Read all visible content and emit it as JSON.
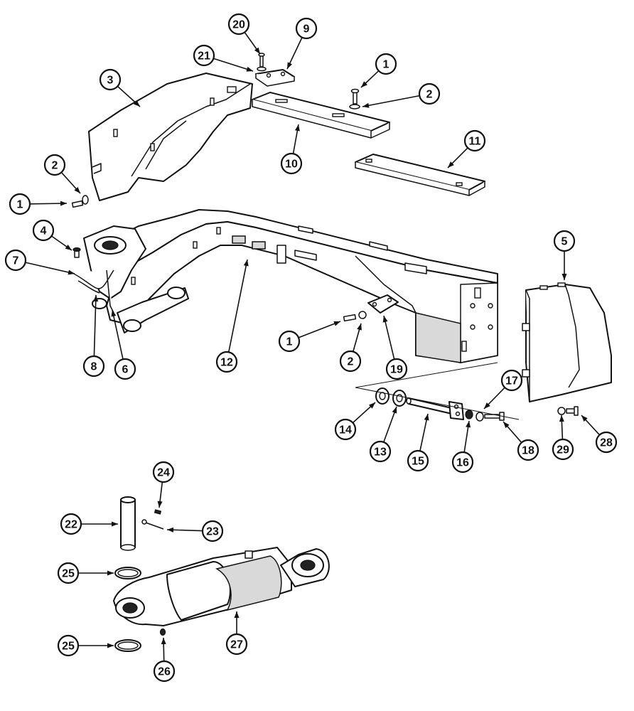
{
  "callouts": [
    {
      "id": "c20",
      "label": "20"
    },
    {
      "id": "c9",
      "label": "9"
    },
    {
      "id": "c21",
      "label": "21"
    },
    {
      "id": "c1a",
      "label": "1"
    },
    {
      "id": "c3",
      "label": "3"
    },
    {
      "id": "c2a",
      "label": "2"
    },
    {
      "id": "c11",
      "label": "11"
    },
    {
      "id": "c10",
      "label": "10"
    },
    {
      "id": "c2b",
      "label": "2"
    },
    {
      "id": "c1b",
      "label": "1"
    },
    {
      "id": "c4",
      "label": "4"
    },
    {
      "id": "c5",
      "label": "5"
    },
    {
      "id": "c7",
      "label": "7"
    },
    {
      "id": "c1c",
      "label": "1"
    },
    {
      "id": "c8",
      "label": "8"
    },
    {
      "id": "c6",
      "label": "6"
    },
    {
      "id": "c12",
      "label": "12"
    },
    {
      "id": "c2c",
      "label": "2"
    },
    {
      "id": "c19",
      "label": "19"
    },
    {
      "id": "c17",
      "label": "17"
    },
    {
      "id": "c14",
      "label": "14"
    },
    {
      "id": "c13",
      "label": "13"
    },
    {
      "id": "c15",
      "label": "15"
    },
    {
      "id": "c16",
      "label": "16"
    },
    {
      "id": "c18",
      "label": "18"
    },
    {
      "id": "c29",
      "label": "29"
    },
    {
      "id": "c28",
      "label": "28"
    },
    {
      "id": "c24",
      "label": "24"
    },
    {
      "id": "c22",
      "label": "22"
    },
    {
      "id": "c23",
      "label": "23"
    },
    {
      "id": "c25a",
      "label": "25"
    },
    {
      "id": "c27",
      "label": "27"
    },
    {
      "id": "c25b",
      "label": "25"
    },
    {
      "id": "c26",
      "label": "26"
    }
  ]
}
